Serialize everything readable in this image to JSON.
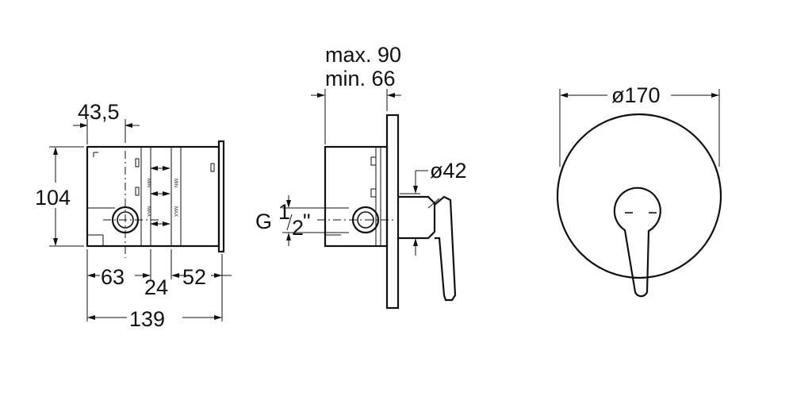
{
  "front_view": {
    "dim_offset": "43,5",
    "dim_height": "104",
    "dim_left": "63",
    "dim_middle": "24",
    "dim_right": "52",
    "dim_total": "139",
    "marks": {
      "min": "MIN",
      "max": "MAX"
    }
  },
  "side_view": {
    "dim_max": "max. 90",
    "dim_min": "min. 66",
    "dim_diameter": "ø42",
    "thread_label": "G",
    "thread_num": "1",
    "thread_den": "2",
    "thread_unit": "\""
  },
  "plate_view": {
    "dim_diameter": "ø170"
  }
}
